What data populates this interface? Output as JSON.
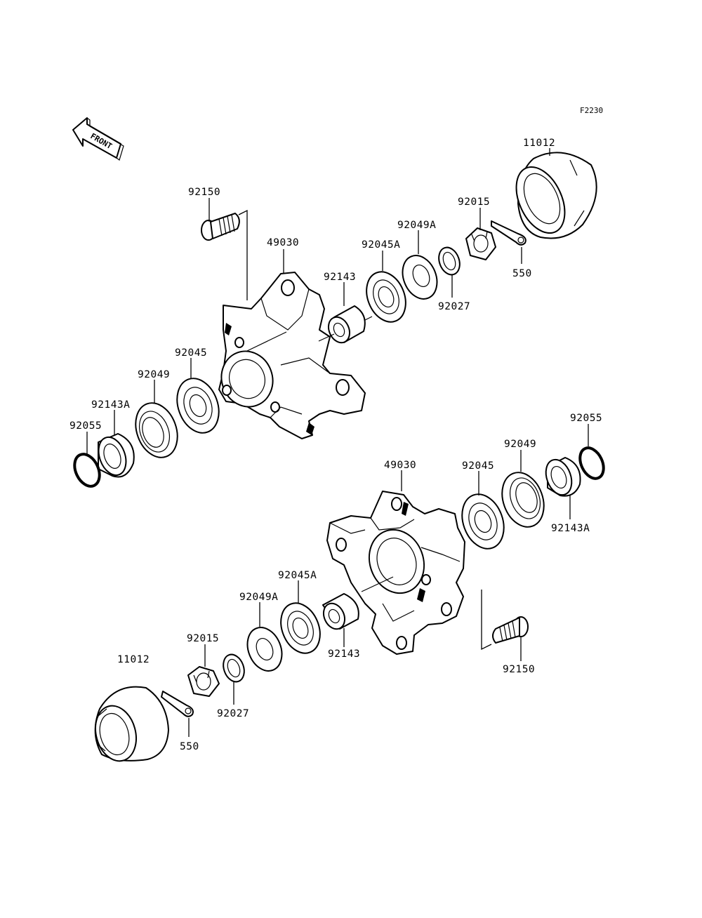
{
  "figure_code": "F2230",
  "front_arrow_text": "FRONT",
  "labels": {
    "top_11012": "11012",
    "top_92015": "92015",
    "top_550": "550",
    "top_92049A": "92049A",
    "top_92045A": "92045A",
    "top_92027": "92027",
    "top_92143": "92143",
    "top_92150": "92150",
    "top_49030": "49030",
    "top_92045": "92045",
    "top_92049": "92049",
    "top_92143A": "92143A",
    "top_92055": "92055",
    "bot_92055": "92055",
    "bot_92049": "92049",
    "bot_92045": "92045",
    "bot_92143A": "92143A",
    "bot_49030": "49030",
    "bot_92045A": "92045A",
    "bot_92049A": "92049A",
    "bot_92143": "92143",
    "bot_92015": "92015",
    "bot_11012": "11012",
    "bot_92027": "92027",
    "bot_550": "550",
    "bot_92150": "92150"
  }
}
